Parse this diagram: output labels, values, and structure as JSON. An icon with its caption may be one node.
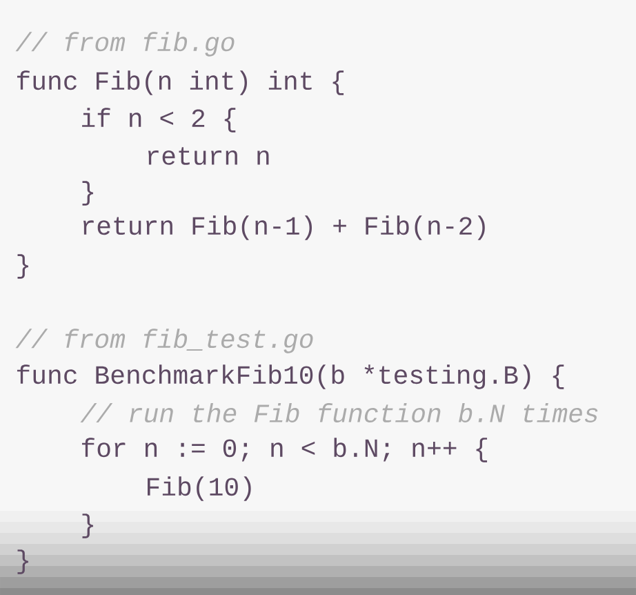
{
  "diagram": {
    "labels": [
      "// from fib.go",
      "func Fib(n int) int {",
      "if n < 2 {",
      "return n",
      "}",
      "return Fib(n-1) + Fib(n-2)",
      "}",
      "// from fib_test.go",
      "func BenchmarkFib10(b *testing.B) {",
      "// run the Fib function b.N times",
      "for n := 0; n < b.N; n++ {",
      "Fib(10)",
      "}",
      "}"
    ]
  }
}
